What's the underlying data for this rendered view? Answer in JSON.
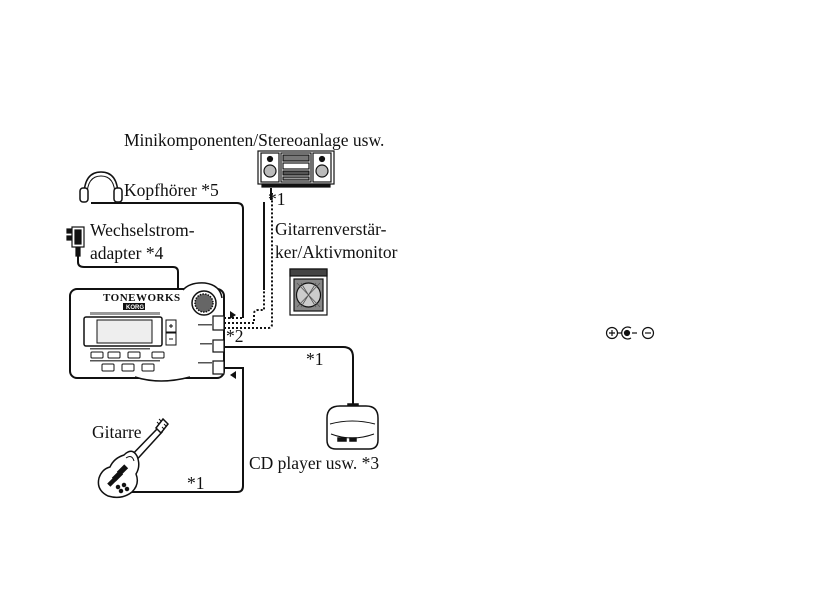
{
  "labels": {
    "stereo": "Minikomponenten/Stereoanlage usw.",
    "headphones": "Kopfhörer *5",
    "adapter_line1": "Wechselstrom-",
    "adapter_line2": "adapter *4",
    "amp_line1": "Gitarrenverstär-",
    "amp_line2": "ker/Aktivmonitor",
    "guitar": "Gitarre",
    "cd": "CD player usw. *3",
    "note_stereo": "*1",
    "note_output": "*2",
    "note_cd": "*1",
    "note_guitar": "*1"
  },
  "device": {
    "brand": "TONEWORKS",
    "maker": "KORG"
  },
  "polarity_symbol": "⊕-●-⊖"
}
